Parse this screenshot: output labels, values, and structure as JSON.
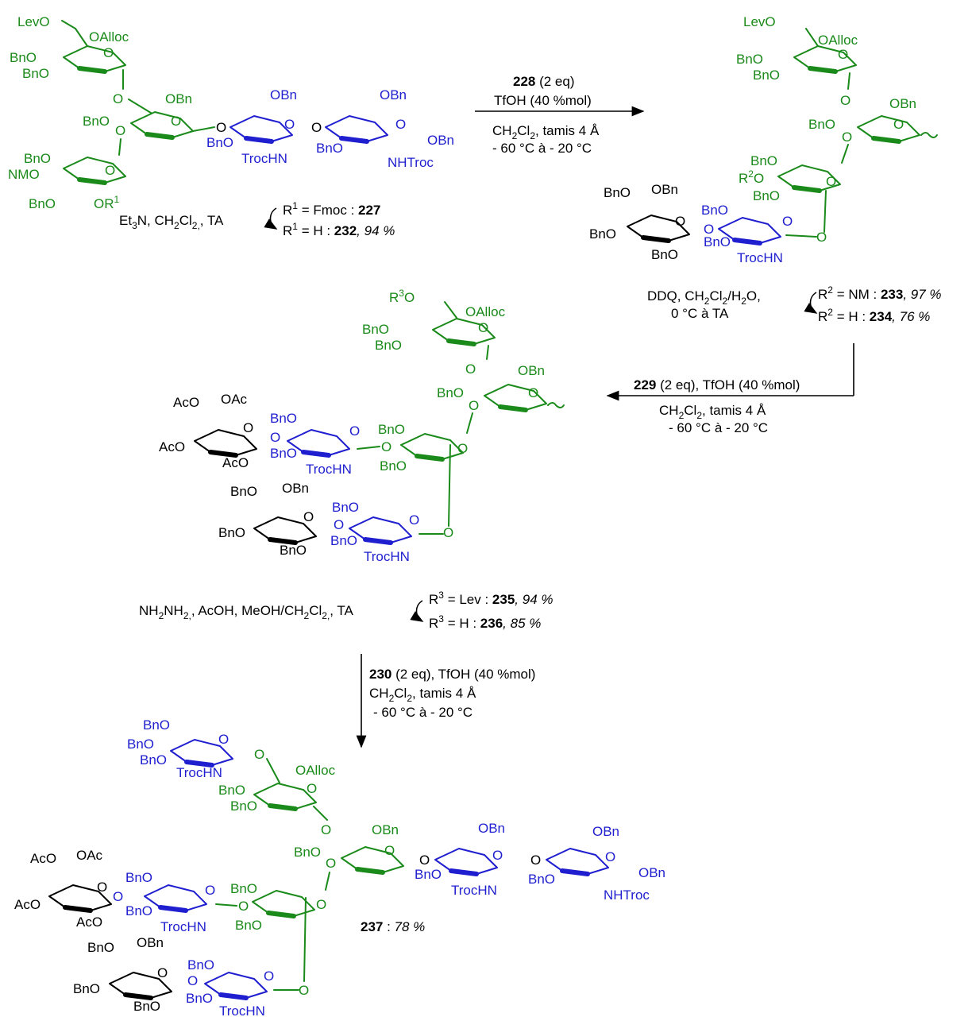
{
  "labels": {
    "levo": "LevO",
    "oalloc": "OAlloc",
    "bno": "BnO",
    "obn": "OBn",
    "o": "O",
    "nmo": "NMO",
    "or1": "OR",
    "trochn": "TrocHN",
    "nhtroc": "NHTroc",
    "r2o": "R",
    "r3o": "R",
    "aco": "AcO",
    "oac": "OAc"
  },
  "step1": {
    "reagent_num": "228",
    "reagent_eq": " (2 eq)",
    "line2": "TfOH (40 %mol)",
    "line3_a": "CH",
    "line3_b": "Cl",
    "line3_c": ", tamis 4 Å",
    "line4": "- 60 °C à - 20 °C"
  },
  "deprot1": {
    "reagents_a": "Et",
    "reagents_b": "N, CH",
    "reagents_c": "Cl",
    "reagents_d": ", TA",
    "r1_top_a": "R",
    "r1_top_b": " = Fmoc : ",
    "r1_top_num": "227",
    "r1_bot_a": "R",
    "r1_bot_b": " = H : ",
    "r1_bot_num": "232",
    "r1_bot_yield": ", 94 %"
  },
  "deprot2": {
    "reagents_a": "DDQ, CH",
    "reagents_b": "Cl",
    "reagents_c": "/H",
    "reagents_d": "O,",
    "reagents_line2": "0 °C à TA",
    "r2_top_a": "R",
    "r2_top_b": " = NM : ",
    "r2_top_num": "233",
    "r2_top_yield": ", 97 %",
    "r2_bot_a": "R",
    "r2_bot_b": " = H : ",
    "r2_bot_num": "234",
    "r2_bot_yield": ", 76 %"
  },
  "step2": {
    "reagent_num": "229",
    "line1_rest": " (2 eq), TfOH (40 %mol)",
    "line2_a": "CH",
    "line2_b": "Cl",
    "line2_c": ", tamis 4 Å",
    "line3": "- 60 °C à - 20 °C"
  },
  "deprot3": {
    "reagents_a": "NH",
    "reagents_b": "NH",
    "reagents_c": ", AcOH, MeOH/CH",
    "reagents_d": "Cl",
    "reagents_e": ", TA",
    "r3_top_a": "R",
    "r3_top_b": " = Lev : ",
    "r3_top_num": "235",
    "r3_top_yield": ", 94 %",
    "r3_bot_a": "R",
    "r3_bot_b": " = H : ",
    "r3_bot_num": "236",
    "r3_bot_yield": ", 85 %"
  },
  "step3": {
    "reagent_num": "230",
    "line1_rest": " (2 eq), TfOH (40 %mol)",
    "line2_a": "CH",
    "line2_b": "Cl",
    "line2_c": ", tamis 4 Å",
    "line3": "- 60 °C à - 20 °C"
  },
  "product": {
    "num": "237",
    "sep": " : ",
    "yield": "78 %"
  },
  "colors": {
    "mannose": "#1a8a1a",
    "glucosamine": "#1f1fd0",
    "galactose": "#000000"
  }
}
